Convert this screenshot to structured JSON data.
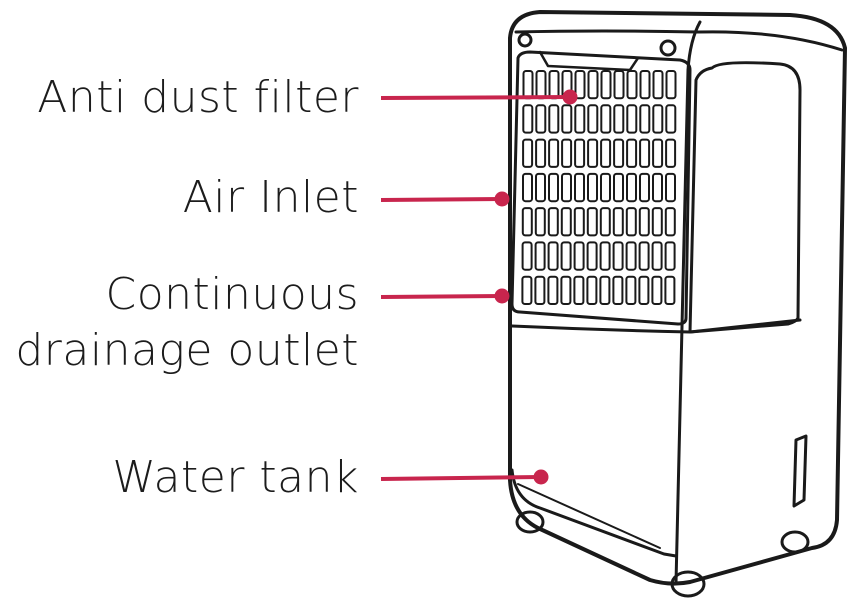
{
  "colors": {
    "accent": "#c8254d",
    "outline": "#1a1a1a",
    "text": "#1c1c1c"
  },
  "callouts": [
    {
      "id": "filter",
      "text": "Anti dust filter"
    },
    {
      "id": "inlet",
      "text": "Air Inlet"
    },
    {
      "id": "drain",
      "text": "Continuous\ndrainage outlet"
    },
    {
      "id": "tank",
      "text": "Water tank"
    }
  ]
}
